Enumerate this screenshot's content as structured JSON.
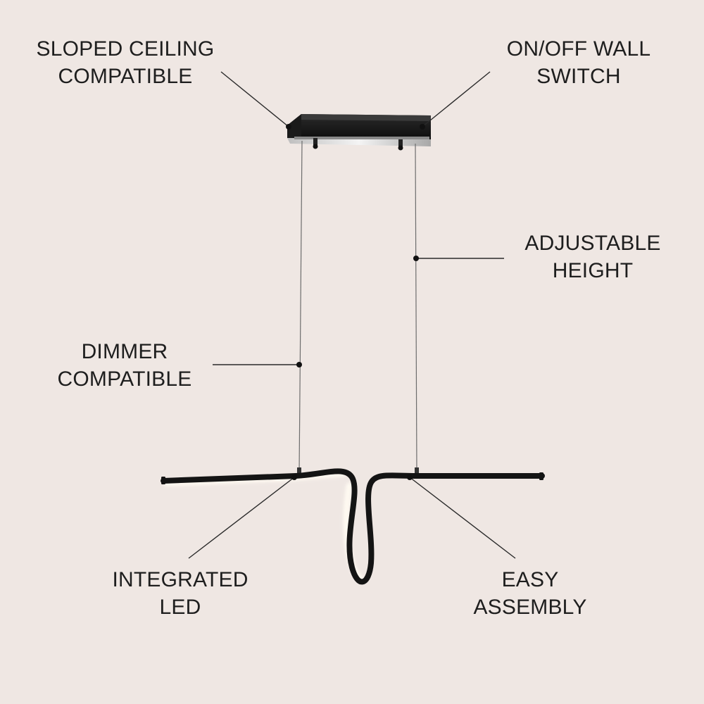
{
  "callouts": {
    "sloped_ceiling": {
      "line1": "SLOPED CEILING",
      "line2": "COMPATIBLE"
    },
    "on_off_switch": {
      "line1": "ON/OFF WALL",
      "line2": "SWITCH"
    },
    "adjustable": {
      "line1": "ADJUSTABLE",
      "line2": "HEIGHT"
    },
    "dimmer": {
      "line1": "DIMMER",
      "line2": "COMPATIBLE"
    },
    "integrated_led": {
      "line1": "INTEGRATED",
      "line2": "LED"
    },
    "easy_assembly": {
      "line1": "EASY",
      "line2": "ASSEMBLY"
    }
  },
  "colors": {
    "background": "#efe7e3",
    "fixture": "#141414",
    "leader_line": "#2a2a2a",
    "led_glow": "#fffaf2"
  }
}
